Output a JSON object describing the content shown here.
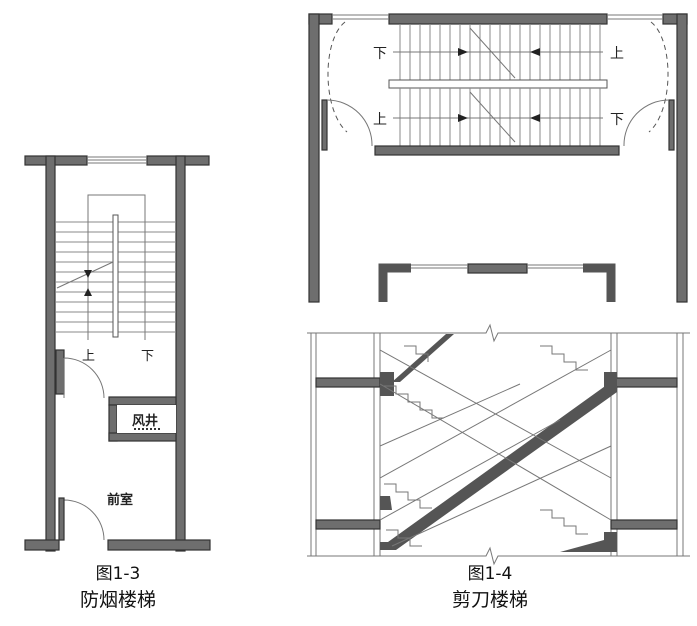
{
  "figure_1_3": {
    "caption_number": "图1-3",
    "caption_title": "防烟楼梯",
    "label_up": "上",
    "label_down": "下",
    "label_shaft": "风井",
    "label_anteroom": "前室"
  },
  "figure_1_4": {
    "caption_number": "图1-4",
    "caption_title": "剪刀楼梯",
    "label_down_top": "下",
    "label_up_top": "上",
    "label_up_bottom": "上",
    "label_down_bottom": "下"
  }
}
